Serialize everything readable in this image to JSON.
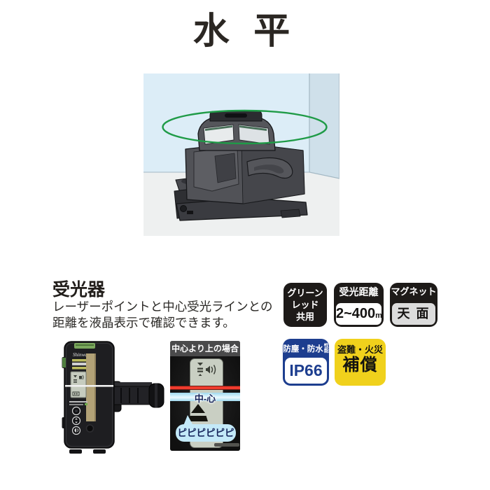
{
  "title": "水 平",
  "colors": {
    "laser_green": "#1f9b47",
    "laser_red_line": "#ef3b2e",
    "center_band_blue": "#bce7f7",
    "badge_blue": "#1d3e8f",
    "badge_yellow": "#f0d11c"
  },
  "receiver_section": {
    "heading": "受光器",
    "description_line1": "レーザーポイントと中心受光ラインとの",
    "description_line2": "距離を液晶表示で確認できます。"
  },
  "receiver_photo": {
    "brand": "Shinwa"
  },
  "lcd_panel": {
    "header": "中心より上の場合",
    "center_label": "中-心",
    "beep_text": "ピピピピピピ"
  },
  "badges": [
    {
      "lines": [
        "グリーン",
        "レッド",
        "共用"
      ]
    },
    {
      "top": "受光距離",
      "value": "2~400",
      "unit": "m"
    },
    {
      "top": "マグネット",
      "value": "天 面"
    },
    {
      "top": "防塵・防水",
      "top_small_1": "性",
      "top_small_2": "能",
      "value": "IP66"
    },
    {
      "top": "盗難・火災",
      "value": "補償"
    }
  ]
}
